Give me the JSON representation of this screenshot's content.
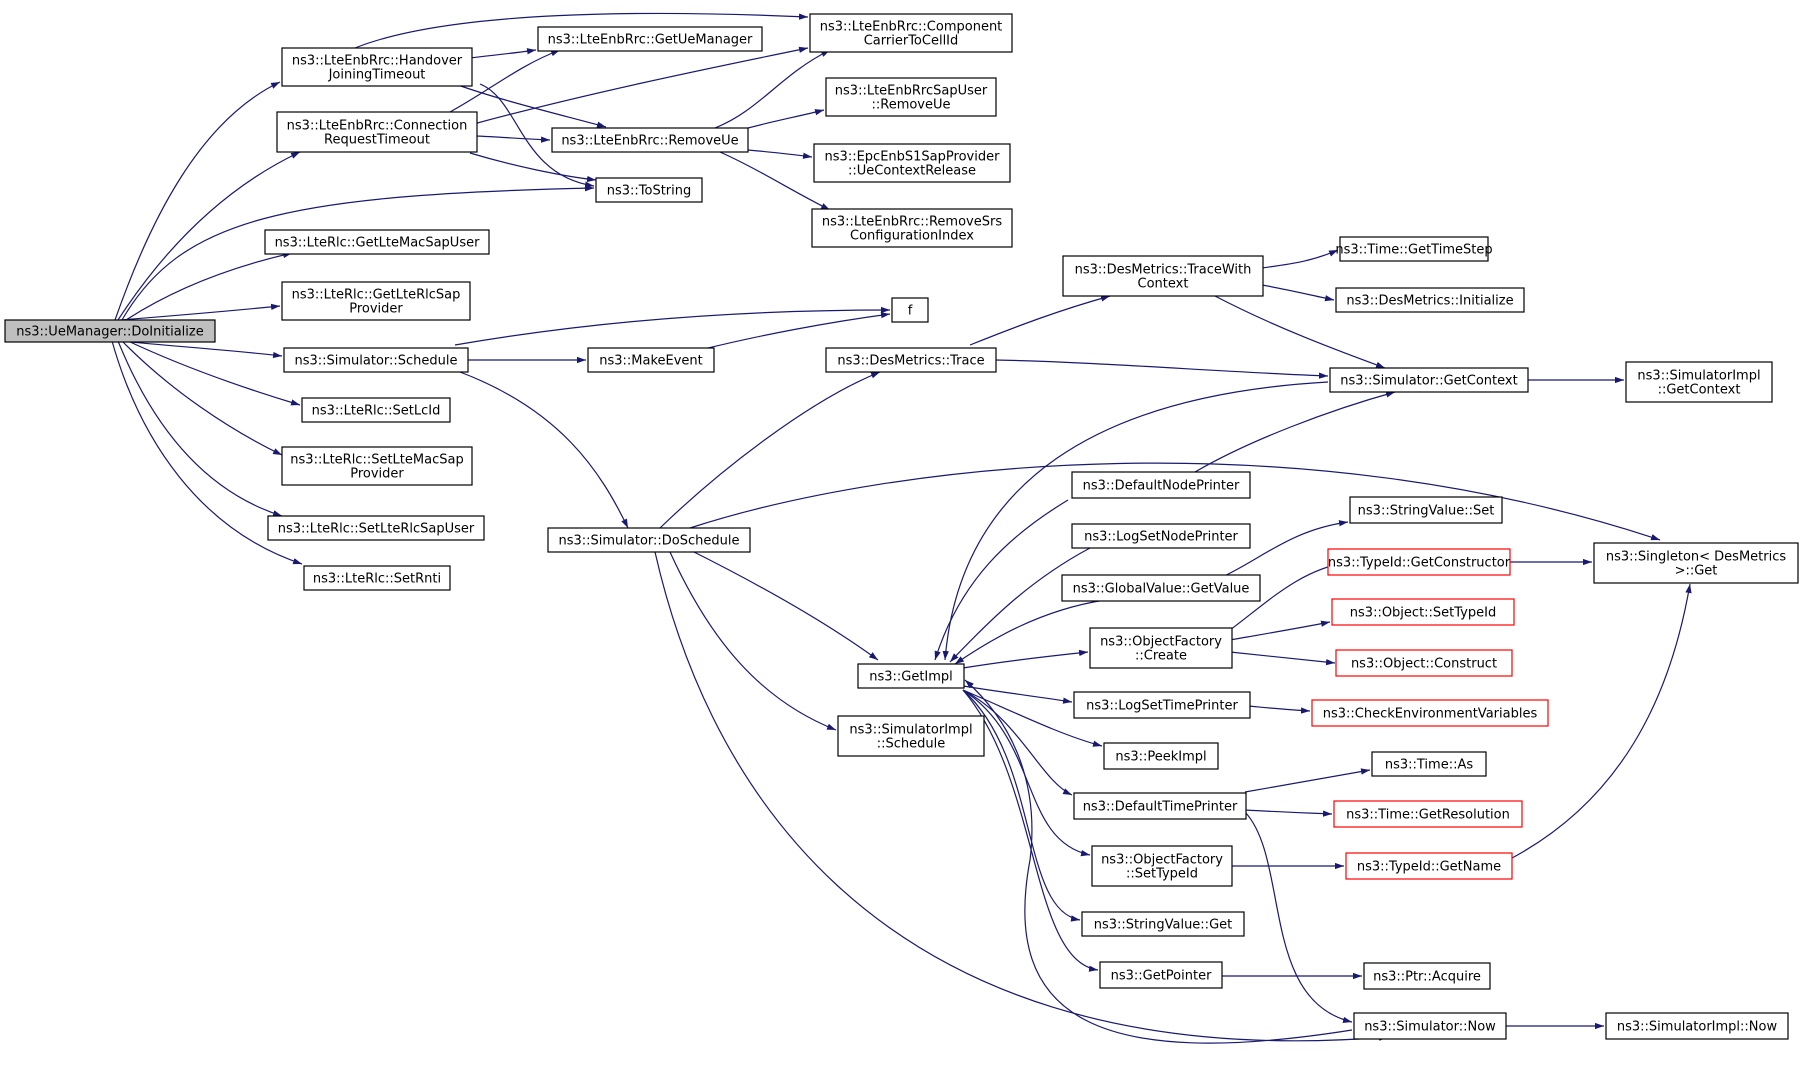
{
  "colors": {
    "edge": "#191970",
    "node_border": "#000000",
    "node_border_incomplete": "#ff0000",
    "root_fill": "#bfbfbf"
  },
  "nodes": {
    "root": [
      "ns3::UeManager::DoInitialize"
    ],
    "handover_timeout": [
      "ns3::LteEnbRrc::Handover",
      "JoiningTimeout"
    ],
    "conn_timeout": [
      "ns3::LteEnbRrc::Connection",
      "RequestTimeout"
    ],
    "get_ue_manager": [
      "ns3::LteEnbRrc::GetUeManager"
    ],
    "comp_carrier": [
      "ns3::LteEnbRrc::Component",
      "CarrierToCellId"
    ],
    "remove_ue_rrc": [
      "ns3::LteEnbRrc::RemoveUe"
    ],
    "sap_user_remove": [
      "ns3::LteEnbRrcSapUser",
      "::RemoveUe"
    ],
    "epc_release": [
      "ns3::EpcEnbS1SapProvider",
      "::UeContextRelease"
    ],
    "remove_srs": [
      "ns3::LteEnbRrc::RemoveSrs",
      "ConfigurationIndex"
    ],
    "to_string": [
      "ns3::ToString"
    ],
    "get_mac_sap_user": [
      "ns3::LteRlc::GetLteMacSapUser"
    ],
    "get_rlc_sap_provider": [
      "ns3::LteRlc::GetLteRlcSap",
      "Provider"
    ],
    "sim_schedule": [
      "ns3::Simulator::Schedule"
    ],
    "make_event": [
      "ns3::MakeEvent"
    ],
    "f": [
      "f"
    ],
    "set_lcid": [
      "ns3::LteRlc::SetLcId"
    ],
    "set_mac_sap_provider": [
      "ns3::LteRlc::SetLteMacSap",
      "Provider"
    ],
    "set_rlc_sap_user": [
      "ns3::LteRlc::SetLteRlcSapUser"
    ],
    "set_rnti": [
      "ns3::LteRlc::SetRnti"
    ],
    "do_schedule": [
      "ns3::Simulator::DoSchedule"
    ],
    "des_trace": [
      "ns3::DesMetrics::Trace"
    ],
    "trace_with_context": [
      "ns3::DesMetrics::TraceWith",
      "Context"
    ],
    "time_step": [
      "ns3::Time::GetTimeStep"
    ],
    "des_initialize": [
      "ns3::DesMetrics::Initialize"
    ],
    "get_context": [
      "ns3::Simulator::GetContext"
    ],
    "impl_get_context": [
      "ns3::SimulatorImpl",
      "::GetContext"
    ],
    "default_node_printer": [
      "ns3::DefaultNodePrinter"
    ],
    "log_set_node_printer": [
      "ns3::LogSetNodePrinter"
    ],
    "global_get_value": [
      "ns3::GlobalValue::GetValue"
    ],
    "string_value_set": [
      "ns3::StringValue::Set"
    ],
    "typeid_get_constructor": [
      "ns3::TypeId::GetConstructor"
    ],
    "singleton_get": [
      "ns3::Singleton< DesMetrics",
      " >::Get"
    ],
    "object_set_typeid": [
      "ns3::Object::SetTypeId"
    ],
    "factory_create": [
      "ns3::ObjectFactory",
      "::Create"
    ],
    "object_construct": [
      "ns3::Object::Construct"
    ],
    "get_impl": [
      "ns3::GetImpl"
    ],
    "log_set_time_printer": [
      "ns3::LogSetTimePrinter"
    ],
    "check_env": [
      "ns3::CheckEnvironmentVariables"
    ],
    "impl_schedule": [
      "ns3::SimulatorImpl",
      "::Schedule"
    ],
    "peek_impl": [
      "ns3::PeekImpl"
    ],
    "time_as": [
      "ns3::Time::As"
    ],
    "default_time_printer": [
      "ns3::DefaultTimePrinter"
    ],
    "time_get_resolution": [
      "ns3::Time::GetResolution"
    ],
    "factory_set_typeid": [
      "ns3::ObjectFactory",
      "::SetTypeId"
    ],
    "typeid_get_name": [
      "ns3::TypeId::GetName"
    ],
    "string_value_get": [
      "ns3::StringValue::Get"
    ],
    "get_pointer": [
      "ns3::GetPointer"
    ],
    "ptr_acquire": [
      "ns3::Ptr::Acquire"
    ],
    "simulator_now": [
      "ns3::Simulator::Now"
    ],
    "impl_now": [
      "ns3::SimulatorImpl::Now"
    ]
  }
}
